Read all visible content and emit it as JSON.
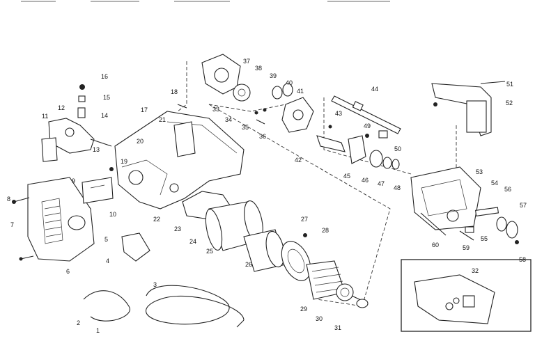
{
  "diagram": {
    "callouts": [
      "1",
      "2",
      "3",
      "4",
      "5",
      "6",
      "7",
      "8",
      "9",
      "10",
      "11",
      "12",
      "13",
      "14",
      "15",
      "16",
      "17",
      "18",
      "19",
      "20",
      "21",
      "22",
      "23",
      "24",
      "25",
      "26",
      "27",
      "28",
      "29",
      "30",
      "31",
      "32",
      "33",
      "34",
      "35",
      "36",
      "37",
      "38",
      "39",
      "40",
      "41",
      "42",
      "43",
      "44",
      "45",
      "46",
      "47",
      "48",
      "49",
      "50",
      "51",
      "52",
      "53",
      "54",
      "55",
      "56",
      "57",
      "58",
      "59",
      "60"
    ],
    "inset_callout": "32"
  }
}
